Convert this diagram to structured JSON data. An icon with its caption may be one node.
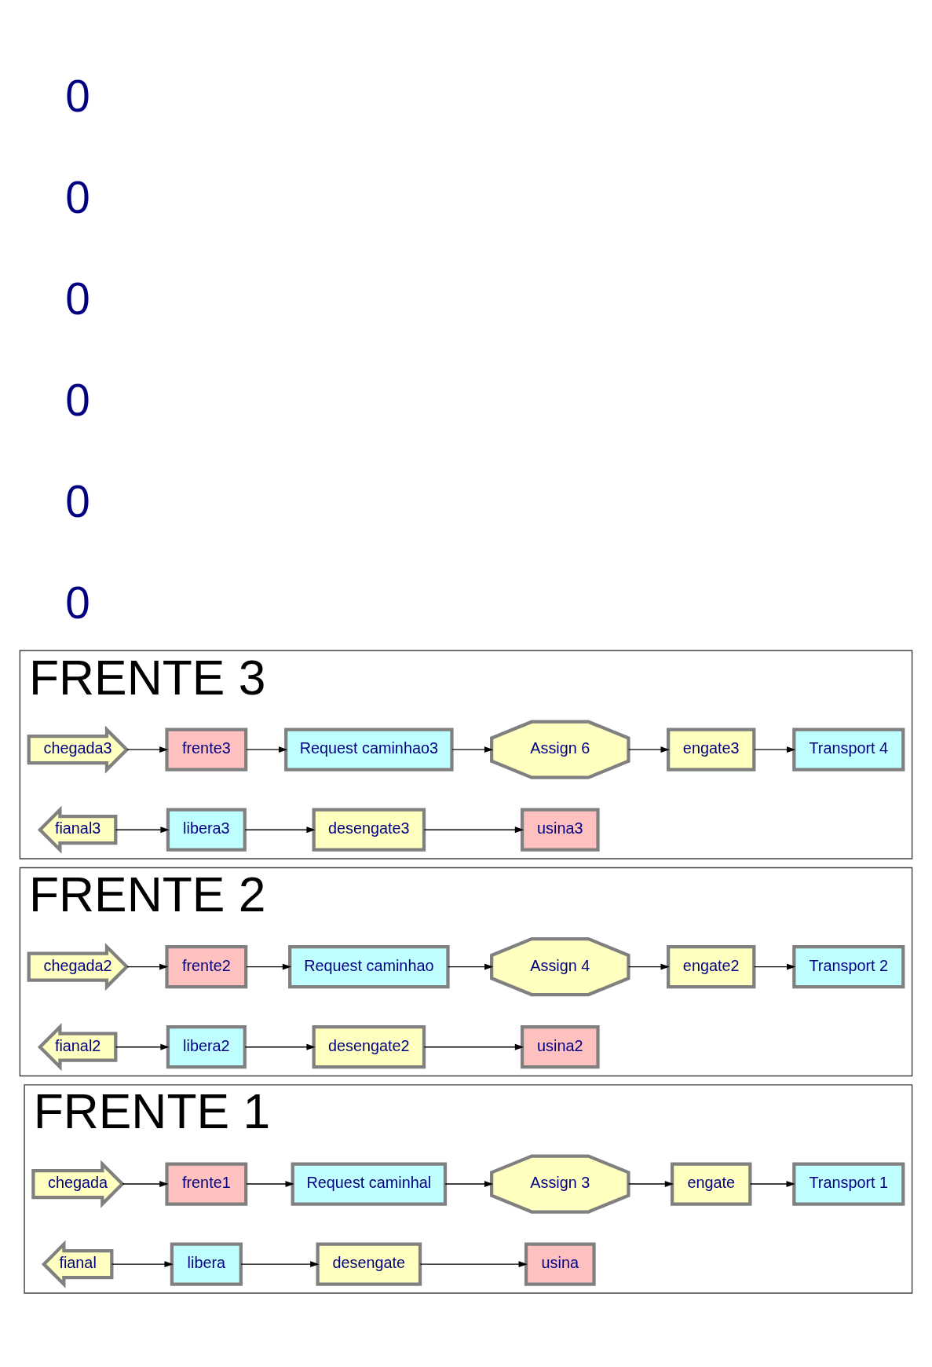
{
  "diagram": {
    "nodes": [
      {
        "text": [
          "FRENTE 1"
        ]
      },
      {
        "text": [
          "chegada"
        ],
        "in": 0
      },
      {
        "text": [
          "frente1"
        ],
        "in": 0
      },
      {
        "text": [
          "Request caminhal"
        ],
        "in": 0
      },
      {
        "text": [
          "Assign 3"
        ],
        "in": 0
      },
      {
        "text": [
          "engate"
        ],
        "in": 0
      },
      {
        "text": [
          "Transport 1"
        ],
        "in": 0
      },
      {
        "text": [
          "usina"
        ],
        "in": 0
      },
      {
        "text": [
          "desengate"
        ],
        "in": 0
      },
      {
        "text": [
          "libera"
        ],
        "in": 0
      },
      {
        "text": [
          "fianal"
        ],
        "in": 0
      },
      {
        "text": [
          "FRENTE 2"
        ]
      },
      {
        "text": [
          "chegada2"
        ],
        "in": 11
      },
      {
        "text": [
          "frente2"
        ],
        "in": 11
      },
      {
        "text": [
          "Request caminhao"
        ],
        "in": 11
      },
      {
        "text": [
          "Assign 4"
        ],
        "in": 11
      },
      {
        "text": [
          "engate2"
        ],
        "in": 11
      },
      {
        "text": [
          "Transport 2"
        ],
        "in": 11
      },
      {
        "text": [
          "usina2"
        ],
        "in": 11
      },
      {
        "text": [
          "desengate2"
        ],
        "in": 11
      },
      {
        "text": [
          "libera2"
        ],
        "in": 11
      },
      {
        "text": [
          "fianal2"
        ],
        "in": 11
      },
      {
        "text": [
          "FRENTE 3"
        ]
      },
      {
        "text": [
          "chegada3"
        ],
        "in": 22
      },
      {
        "text": [
          "frente3"
        ],
        "in": 22
      },
      {
        "text": [
          "Request caminhao3"
        ],
        "in": 22
      },
      {
        "text": [
          "Assign 6"
        ],
        "in": 22
      },
      {
        "text": [
          "engate3"
        ],
        "in": 22
      },
      {
        "text": [
          "Transport 4"
        ],
        "in": 22
      },
      {
        "text": [
          "usina3"
        ],
        "in": 22
      },
      {
        "text": [
          "desengate3"
        ],
        "in": 22
      },
      {
        "text": [
          "libera3"
        ],
        "in": 22
      },
      {
        "text": [
          "fianal3"
        ],
        "in": 22
      }
    ],
    "edges": [
      {
        "from": 1,
        "to": 2,
        "arrow": "to"
      },
      {
        "from": 2,
        "to": 3,
        "arrow": "to"
      },
      {
        "from": 3,
        "to": 4,
        "arrow": "to"
      },
      {
        "from": 4,
        "to": 5,
        "arrow": "to"
      },
      {
        "from": 5,
        "to": 6,
        "arrow": "to"
      },
      {
        "from": 10,
        "to": 9,
        "arrow": "to"
      },
      {
        "from": 9,
        "to": 8,
        "arrow": "to"
      },
      {
        "from": 8,
        "to": 7,
        "arrow": "to"
      },
      {
        "from": 12,
        "to": 13,
        "arrow": "to"
      },
      {
        "from": 13,
        "to": 14,
        "arrow": "to"
      },
      {
        "from": 14,
        "to": 15,
        "arrow": "to"
      },
      {
        "from": 15,
        "to": 16,
        "arrow": "to"
      },
      {
        "from": 16,
        "to": 17,
        "arrow": "to"
      },
      {
        "from": 21,
        "to": 20,
        "arrow": "to"
      },
      {
        "from": 20,
        "to": 19,
        "arrow": "to"
      },
      {
        "from": 19,
        "to": 18,
        "arrow": "to"
      },
      {
        "from": 23,
        "to": 24,
        "arrow": "to"
      },
      {
        "from": 24,
        "to": 25,
        "arrow": "to"
      },
      {
        "from": 25,
        "to": 26,
        "arrow": "to"
      },
      {
        "from": 26,
        "to": 27,
        "arrow": "to"
      },
      {
        "from": 27,
        "to": 28,
        "arrow": "to"
      },
      {
        "from": 32,
        "to": 31,
        "arrow": "to"
      },
      {
        "from": 31,
        "to": 30,
        "arrow": "to"
      },
      {
        "from": 30,
        "to": 29,
        "arrow": "to"
      }
    ],
    "labels": [
      "0",
      "0",
      "0",
      "0",
      "0",
      "0"
    ]
  }
}
